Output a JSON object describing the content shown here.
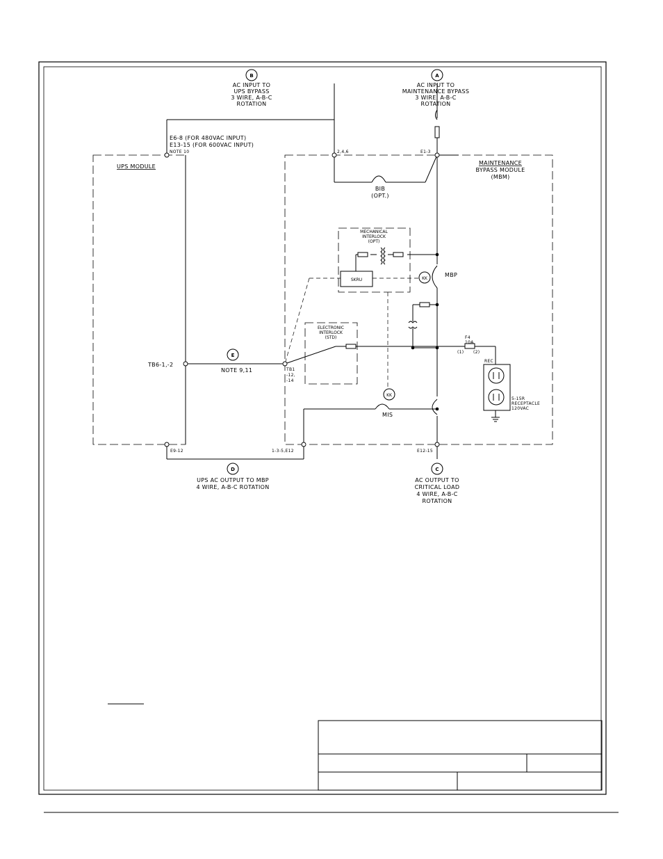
{
  "labels": {
    "inputB": [
      "AC INPUT TO",
      "UPS BYPASS",
      "3 WIRE, A-B-C",
      "ROTATION"
    ],
    "inputA": [
      "AC INPUT TO",
      "MAINTENANCE BYPASS",
      "3 WIRE, A-B-C",
      "ROTATION"
    ],
    "e6": [
      "E6-8 (FOR 480VAC INPUT)",
      "E13-15 (FOR 600VAC INPUT)",
      "NOTE 10"
    ],
    "term246": "2,4,6",
    "e13": "E1-3",
    "upsModule": "UPS MODULE",
    "mbm": [
      "MAINTENANCE",
      "BYPASS MODULE",
      "(MBM)"
    ],
    "bib": [
      "BIB",
      "(OPT.)"
    ],
    "mech": [
      "MECHANICAL",
      "INTERLOCK",
      "(OPT)"
    ],
    "skru": "SKRU",
    "kk": "KK",
    "mbp": "MBP",
    "elec": [
      "ELECTRONIC",
      "INTERLOCK",
      "(STD)"
    ],
    "f4": [
      "F4",
      "10A"
    ],
    "pin1": "(1)",
    "pin2": "(2)",
    "rec": "REC",
    "receptacle": [
      "5-15R",
      "RECEPTACLE",
      "120VAC"
    ],
    "tb6": "TB6-1,-2",
    "note911": "NOTE 9,11",
    "tb1": [
      "TB1",
      "-12,",
      "-14"
    ],
    "mis": "MIS",
    "e912": "E9-12",
    "term135": "1-3-5,E12",
    "e1215": "E12-15",
    "outputD": [
      "UPS AC OUTPUT TO MBP",
      "4 WIRE, A-B-C ROTATION"
    ],
    "outputC": [
      "AC OUTPUT TO",
      "CRITICAL LOAD",
      "4 WIRE, A-B-C",
      "ROTATION"
    ],
    "circleA": "A",
    "circleB": "B",
    "circleC": "C",
    "circleD": "D",
    "circleE": "E"
  },
  "notes": {
    "heading": ""
  },
  "title_block": {
    "title": "",
    "field1": "",
    "field2": "",
    "field3": "",
    "field4": ""
  }
}
